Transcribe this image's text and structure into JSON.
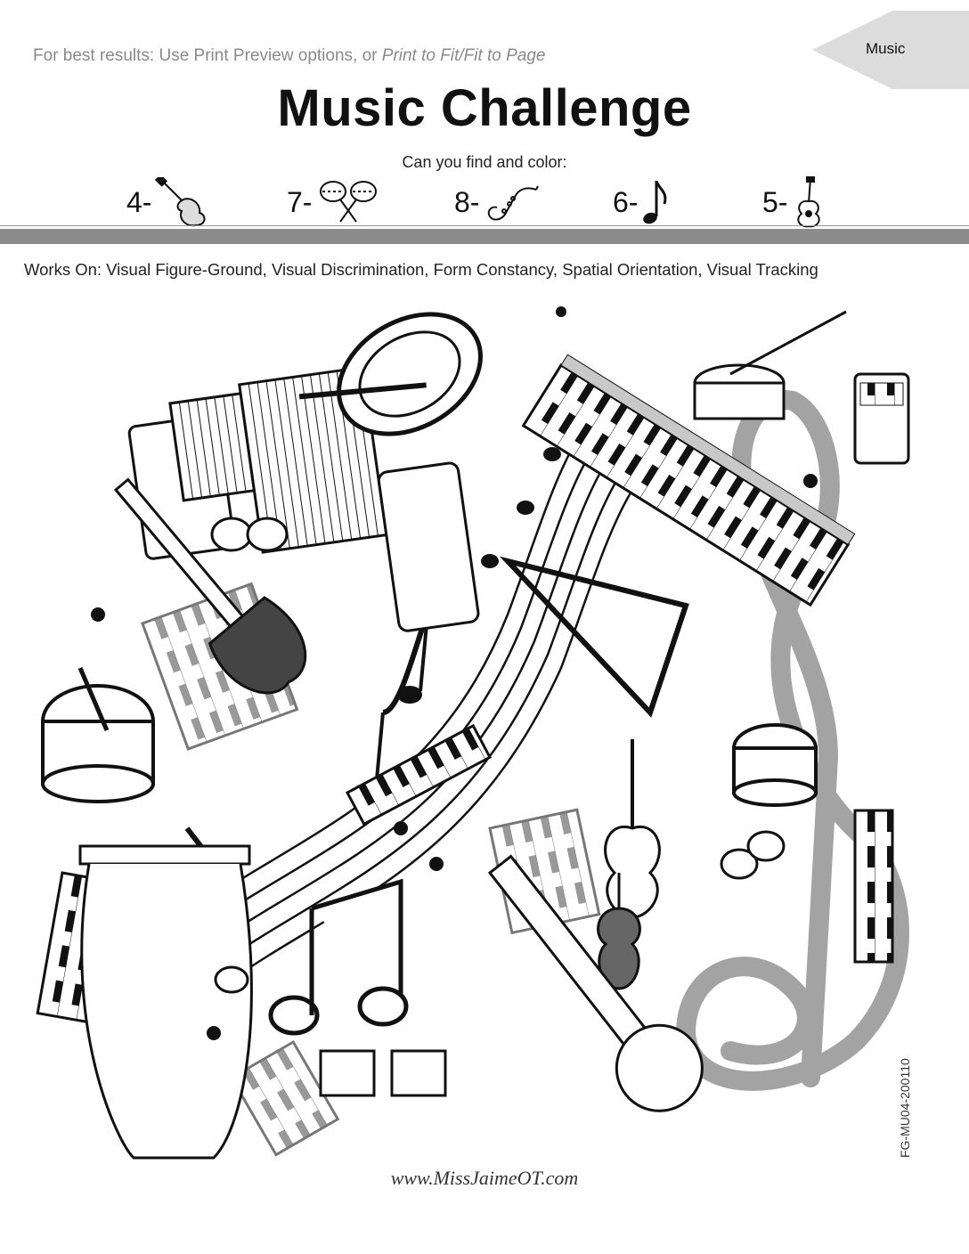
{
  "header": {
    "print_note_prefix": "For best results: Use Print Preview options, or ",
    "print_note_italic": "Print to Fit/Fit to Page",
    "category_tag": "Music"
  },
  "title": "Music Challenge",
  "subtitle": "Can you find and color:",
  "find_items": [
    {
      "count": "4-",
      "icon": "electric-guitar-icon"
    },
    {
      "count": "7-",
      "icon": "maracas-icon"
    },
    {
      "count": "8-",
      "icon": "saxophone-icon"
    },
    {
      "count": "6-",
      "icon": "eighth-note-icon"
    },
    {
      "count": "5-",
      "icon": "acoustic-guitar-icon"
    }
  ],
  "works_on": "Works On: Visual Figure-Ground, Visual Discrimination, Form Constancy, Spatial Orientation, Visual Tracking",
  "footer": {
    "website": "www.MissJaimeOT.com",
    "code": "FG-MU04-200110"
  },
  "colors": {
    "band": "#8c8c8c",
    "tag": "#dcdcdc",
    "treble_clef_gray": "#a3a3a3"
  }
}
